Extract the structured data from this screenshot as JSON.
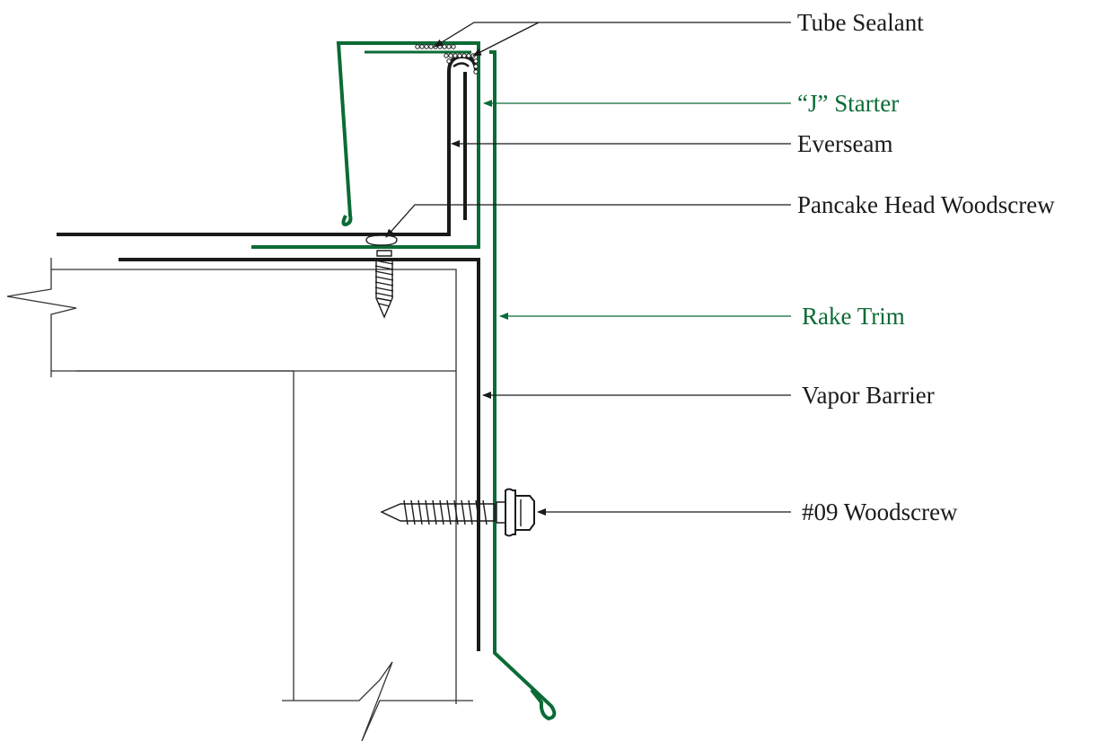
{
  "colors": {
    "green": "#0b6b36",
    "black": "#1a1a1a",
    "thin": "#333333"
  },
  "labels": {
    "tube_sealant": "Tube Sealant",
    "j_starter": "“J” Starter",
    "everseam": "Everseam",
    "pancake_screw": "Pancake Head Woodscrew",
    "rake_trim": "Rake Trim",
    "vapor_barrier": "Vapor Barrier",
    "woodscrew_09": "#09 Woodscrew"
  }
}
